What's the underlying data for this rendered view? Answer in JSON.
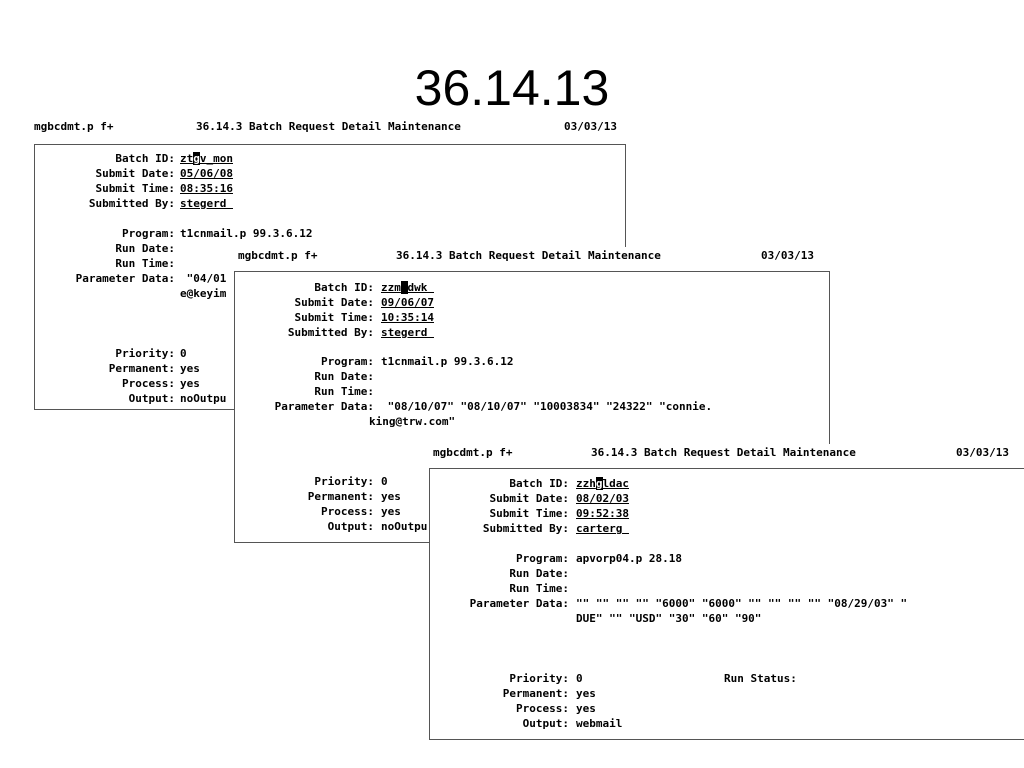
{
  "slide": {
    "title": "36.14.13"
  },
  "windows": [
    {
      "program_id": "mgbcdmt.p f+",
      "screen_title": "36.14.3 Batch Request Detail Maintenance",
      "date": "03/03/13",
      "fields": {
        "batch_id": {
          "label": "Batch ID:",
          "pre": "zt",
          "cursor": "g",
          "post": "v_mon"
        },
        "submit_date": {
          "label": "Submit Date:",
          "value": "05/06/08"
        },
        "submit_time": {
          "label": "Submit Time:",
          "value": "08:35:16"
        },
        "submitted_by": {
          "label": "Submitted By:",
          "value": "stegerd "
        },
        "program": {
          "label": "Program:",
          "value": "t1cnmail.p 99.3.6.12"
        },
        "run_date": {
          "label": "Run Date:",
          "value": ""
        },
        "run_time": {
          "label": "Run Time:",
          "value": ""
        },
        "parameter_data": {
          "label": "Parameter Data:",
          "line1": " \"04/01",
          "line2": "e@keyim"
        },
        "priority": {
          "label": "Priority:",
          "value": "0"
        },
        "permanent": {
          "label": "Permanent:",
          "value": "yes"
        },
        "process": {
          "label": "Process:",
          "value": "yes"
        },
        "output": {
          "label": "Output:",
          "value": "noOutpu"
        }
      }
    },
    {
      "program_id": "mgbcdmt.p f+",
      "screen_title": "36.14.3 Batch Request Detail Maintenance",
      "date": "03/03/13",
      "fields": {
        "batch_id": {
          "label": "Batch ID:",
          "pre": "zzm",
          "cursor": " ",
          "post": "dwk "
        },
        "submit_date": {
          "label": "Submit Date:",
          "value": "09/06/07"
        },
        "submit_time": {
          "label": "Submit Time:",
          "value": "10:35:14"
        },
        "submitted_by": {
          "label": "Submitted By:",
          "value": "stegerd "
        },
        "program": {
          "label": "Program:",
          "value": "t1cnmail.p 99.3.6.12"
        },
        "run_date": {
          "label": "Run Date:",
          "value": ""
        },
        "run_time": {
          "label": "Run Time:",
          "value": ""
        },
        "parameter_data": {
          "label": "Parameter Data:",
          "line1": " \"08/10/07\" \"08/10/07\" \"10003834\" \"24322\" \"connie.",
          "line2": "king@trw.com\""
        },
        "priority": {
          "label": "Priority:",
          "value": "0"
        },
        "permanent": {
          "label": "Permanent:",
          "value": "yes"
        },
        "process": {
          "label": "Process:",
          "value": "yes"
        },
        "output": {
          "label": "Output:",
          "value": "noOutpu"
        }
      }
    },
    {
      "program_id": "mgbcdmt.p f+",
      "screen_title": "36.14.3 Batch Request Detail Maintenance",
      "date": "03/03/13",
      "fields": {
        "batch_id": {
          "label": "Batch ID:",
          "pre": "zzh",
          "cursor": "g",
          "post": "ldac"
        },
        "submit_date": {
          "label": "Submit Date:",
          "value": "08/02/03"
        },
        "submit_time": {
          "label": "Submit Time:",
          "value": "09:52:38"
        },
        "submitted_by": {
          "label": "Submitted By:",
          "value": "carterg "
        },
        "program": {
          "label": "Program:",
          "value": "apvorp04.p 28.18"
        },
        "run_date": {
          "label": "Run Date:",
          "value": ""
        },
        "run_time": {
          "label": "Run Time:",
          "value": ""
        },
        "parameter_data": {
          "label": "Parameter Data:",
          "line1": "\"\" \"\" \"\" \"\" \"6000\" \"6000\" \"\" \"\" \"\" \"\" \"08/29/03\" \"",
          "line2": "DUE\" \"\" \"USD\" \"30\" \"60\" \"90\""
        },
        "priority": {
          "label": "Priority:",
          "value": "0"
        },
        "run_status": {
          "label": "Run Status:",
          "value": ""
        },
        "permanent": {
          "label": "Permanent:",
          "value": "yes"
        },
        "process": {
          "label": "Process:",
          "value": "yes"
        },
        "output": {
          "label": "Output:",
          "value": "webmail"
        }
      }
    }
  ]
}
